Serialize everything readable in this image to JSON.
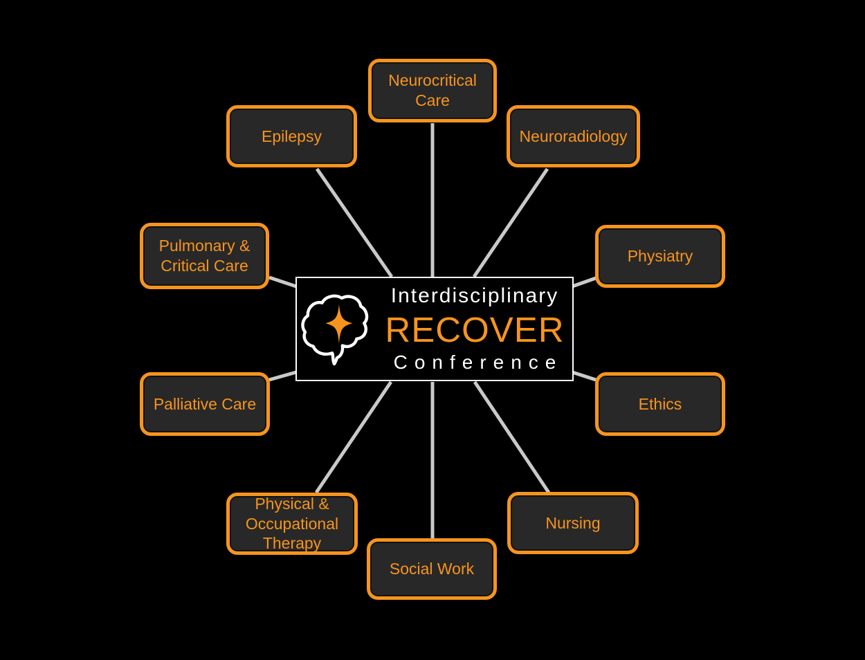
{
  "diagram": {
    "center": {
      "title_top": "Interdisciplinary",
      "title_main": "RECOVER",
      "title_bottom": "Conference",
      "icon": "brain-spark-icon"
    },
    "nodes": [
      {
        "id": "neurocritical-care",
        "label": "Neurocritical Care"
      },
      {
        "id": "neuroradiology",
        "label": "Neuroradiology"
      },
      {
        "id": "physiatry",
        "label": "Physiatry"
      },
      {
        "id": "ethics",
        "label": "Ethics"
      },
      {
        "id": "nursing",
        "label": "Nursing"
      },
      {
        "id": "social-work",
        "label": "Social Work"
      },
      {
        "id": "physical-occupational-therapy",
        "label": "Physical & Occupational Therapy"
      },
      {
        "id": "palliative-care",
        "label": "Palliative Care"
      },
      {
        "id": "pulmonary-critical-care",
        "label": "Pulmonary & Critical Care"
      },
      {
        "id": "epilepsy",
        "label": "Epilepsy"
      }
    ],
    "colors": {
      "background": "#000000",
      "node_fill": "#282828",
      "accent_orange": "#F7941E",
      "connector_gray": "#C9C9C9",
      "center_border": "#FFFFFF",
      "center_text": "#FFFFFF"
    }
  }
}
